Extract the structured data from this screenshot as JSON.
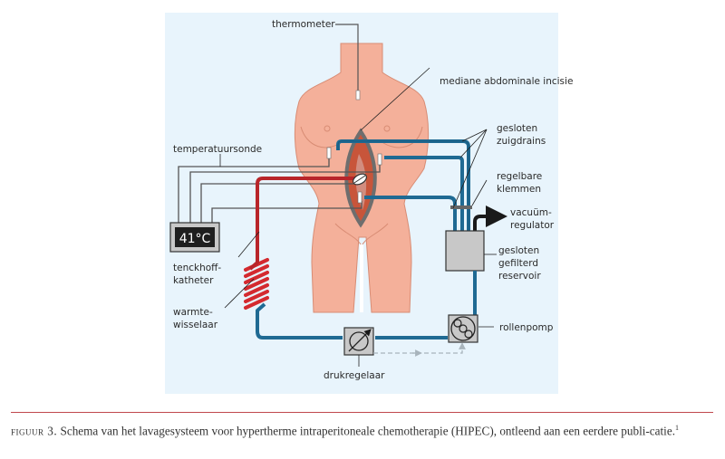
{
  "diagram": {
    "labels": {
      "thermometer": "thermometer",
      "incision": "mediane abdominale incisie",
      "drains_1": "gesloten",
      "drains_2": "zuigdrains",
      "probe": "temperatuursonde",
      "clamps_1": "regelbare",
      "clamps_2": "klemmen",
      "vacuum_1": "vacuüm-",
      "vacuum_2": "regulator",
      "reservoir_1": "gesloten",
      "reservoir_2": "gefilterd",
      "reservoir_3": "reservoir",
      "catheter_1": "tenckhoff-",
      "catheter_2": "katheter",
      "exchanger_1": "warmte-",
      "exchanger_2": "wisselaar",
      "pump": "rollenpomp",
      "pressure": "drukregelaar"
    },
    "display": {
      "temperature": "41°C"
    },
    "colors": {
      "background": "#e8f4fc",
      "skin": "#f4b09a",
      "skin_outline": "#d88c74",
      "tube_blue": "#1f6a93",
      "tube_red": "#d42a2f",
      "wire": "#555555",
      "device": "#c8c8c8"
    }
  },
  "caption": {
    "figure_label": "figuur 3.",
    "text": " Schema van het lavagesysteem voor hypertherme intraperitoneale chemotherapie (HIPEC), ontleend aan een eerdere publi-catie.",
    "footnote": "1"
  }
}
